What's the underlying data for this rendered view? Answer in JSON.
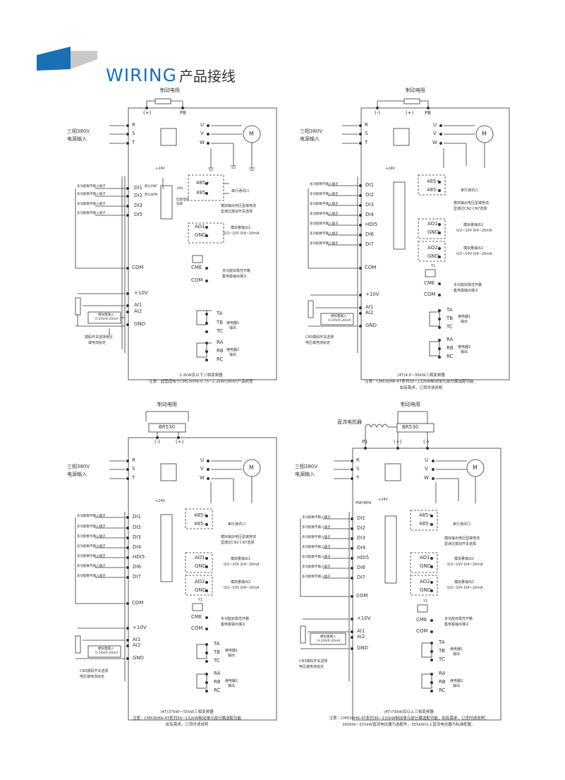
{
  "header": {
    "title_en": "WIRING",
    "title_cn": "产品接线",
    "accent_color": "#1a6fb5",
    "bar_colors": [
      "#1a6fb5",
      "#c8c8c8"
    ]
  },
  "panel1": {
    "brake_resistor": "制动电阻",
    "plus": "(+)",
    "pb": "PB",
    "power_input": [
      "三相380V",
      "电源输入"
    ],
    "terminals_in": [
      "R",
      "S",
      "T"
    ],
    "terminals_out": [
      "U",
      "V",
      "W"
    ],
    "motor": "M",
    "v24": "+24V",
    "di": [
      "DI1",
      "DI2",
      "DI3",
      "DI5"
    ],
    "di_func": "多功能数字输入端子",
    "npn": "默认PNP",
    "npn2": "默认NPN",
    "com": "COM",
    "ai": [
      "+10V",
      "AI1",
      "AI2",
      "GND"
    ],
    "ai_note": [
      "模拟量输入",
      "0-10V/0-20mA"
    ],
    "ai_switch": [
      "拨码开关选择电压",
      "或电流给定"
    ],
    "comm": [
      "485+",
      "485-"
    ],
    "comm_label": "串行通讯口",
    "comm_switch": [
      "485",
      "匹配电阻",
      "选择"
    ],
    "ao_switch": [
      "模拟输出电压型或电流",
      "型通过拨动开关选择"
    ],
    "ao": [
      "AO1",
      "GND"
    ],
    "ao_label": [
      "模拟量输出1",
      "0/2~10V 0/4~20mA"
    ],
    "cme": [
      "CME",
      "COM"
    ],
    "cme_label": [
      "多功能双极性开路",
      "集电极输出端子"
    ],
    "relay1": [
      "TA",
      "TB",
      "TC"
    ],
    "relay1_label": [
      "继电器1",
      "输出"
    ],
    "relay2": [
      "RA",
      "RB",
      "RC"
    ],
    "relay2_label": [
      "继电器2",
      "输出"
    ],
    "caption": [
      "2.2kW及以下三相变频器",
      "注意：此图适用于CM530HR-0.75~2.2kW(380V)产品机型"
    ]
  },
  "panel2": {
    "brake_resistor": "制动电阻",
    "minus": "(-)",
    "plus": "(+)",
    "pb": "PB",
    "power_input": [
      "三相380V",
      "电源输入"
    ],
    "terminals_in": [
      "R",
      "S",
      "T"
    ],
    "terminals_out": [
      "U",
      "V",
      "W"
    ],
    "motor": "M",
    "v24": "+24V",
    "di": [
      "DI1",
      "DI2",
      "DI3",
      "DI4",
      "HDI5",
      "DI6",
      "DI7"
    ],
    "di_func": "多功能数字输入端子",
    "com": "COM",
    "ai": [
      "+10V",
      "AI1",
      "AI2",
      "GND"
    ],
    "ai_note": [
      "模拟量输入",
      "0-10V/0-20mA"
    ],
    "ai_switch": [
      "CN3拨码开关选择",
      "电压或电流给定"
    ],
    "comm": [
      "485+",
      "485-"
    ],
    "comm_label": "串行通讯口",
    "ao_switch": [
      "模拟输出电压型或电流",
      "型通过CN2 CN7选择"
    ],
    "ao1": [
      "AO1",
      "GND"
    ],
    "ao1_label": [
      "模拟量输出1",
      "0/2~10V 0/4~20mA"
    ],
    "ao2": [
      "AO2",
      "GND"
    ],
    "ao2_label": [
      "模拟量输出2",
      "0/2~10V 0/4~20mA"
    ],
    "y1": "Y1",
    "cme": [
      "CME",
      "COM"
    ],
    "cme_label": [
      "多功能双极性开路",
      "集电极输出端子"
    ],
    "relay1": [
      "TA",
      "TB",
      "TC"
    ],
    "relay1_label": [
      "继电器1",
      "输出"
    ],
    "relay2": [
      "RA",
      "RB",
      "RC"
    ],
    "relay2_label": [
      "继电器2",
      "输出"
    ],
    "caption": [
      "(4T)4.0~30kW三相变频器",
      "注意：CM530HR-4T系列30~132kW制动单元部分属选配功能，",
      "如有需求，订货时请说明"
    ]
  },
  "panel3": {
    "brake_resistor": "制动电阻",
    "br": "BR530",
    "minus": "(-)",
    "plus": "(+)",
    "power_input": [
      "三相380V",
      "电源输入"
    ],
    "terminals_in": [
      "R",
      "S",
      "T"
    ],
    "terminals_out": [
      "U",
      "V",
      "W"
    ],
    "motor": "M",
    "v24": "+24V",
    "di": [
      "DI1",
      "DI2",
      "DI3",
      "DI4",
      "HDI5",
      "DI6",
      "DI7"
    ],
    "di_func": "多功能数字输入端子",
    "com": "COM",
    "ai": [
      "+10V",
      "AI1",
      "AI2",
      "GND"
    ],
    "ai_note": [
      "模拟量输入",
      "0-10V/0-20mA"
    ],
    "ai_switch": [
      "CN3拨码开关选择",
      "电压或电流给定"
    ],
    "comm": [
      "485+",
      "485-"
    ],
    "comm_label": "串行通讯口",
    "ao_switch": [
      "模拟输出电压型或电流",
      "型通过CN2 CN7选择"
    ],
    "ao1": [
      "AO1",
      "GND"
    ],
    "ao1_label": [
      "模拟量输出1",
      "0/2~10V 0/4~20mA"
    ],
    "ao2": [
      "AO2",
      "GND"
    ],
    "ao2_label": [
      "模拟量输出2",
      "0/2~10V 0/4~20mA"
    ],
    "y1": "Y1",
    "cme": [
      "CME",
      "COM"
    ],
    "cme_label": [
      "多功能双极性开路",
      "集电极输出端子"
    ],
    "relay1": [
      "TA",
      "TB",
      "TC"
    ],
    "relay1_label": [
      "继电器1",
      "输出"
    ],
    "relay2": [
      "RA",
      "RB",
      "RC"
    ],
    "relay2_label": [
      "继电器2",
      "输出"
    ],
    "caption": [
      "(4T)37kW～55kW三相变频器",
      "注意：CM530HR-4T系列30~132kW制动单元部分属选配功能",
      "如有需求，订货时请说明"
    ]
  },
  "panel4": {
    "brake_resistor": "制动电阻",
    "reactor": "直流电抗器",
    "br": "BR530",
    "p1": "P1",
    "minus": "(-)",
    "plus": "(+)",
    "power_input": [
      "三相380V",
      "电源输入"
    ],
    "terminals_in": [
      "R",
      "S",
      "T"
    ],
    "terminals_out": [
      "U",
      "V",
      "W"
    ],
    "motor": "M",
    "v24": "+24V",
    "pnp": "PNP/NPN",
    "di": [
      "DI1",
      "DI2",
      "DI3",
      "DI4",
      "HDI5",
      "DI6",
      "DI7"
    ],
    "di_func": "多功能数字输入端子",
    "com": "COM",
    "ai": [
      "+10V",
      "AI1",
      "AI2",
      "GND"
    ],
    "ai_note": [
      "模拟量输入",
      "0-10V/0-20mA"
    ],
    "ai_switch": [
      "CN3拨码开关选择",
      "电压或电流给定"
    ],
    "comm": [
      "485+",
      "485-"
    ],
    "comm_label": "串行通讯口",
    "ao_switch": [
      "模拟输出电压型或电流",
      "型通过拨动开关选择"
    ],
    "ao1": [
      "AO1",
      "GND"
    ],
    "ao1_label": [
      "模拟量输出1",
      "0/2~10V 0/4~20mA"
    ],
    "ao2": [
      "AO2",
      "GND"
    ],
    "ao2_label": [
      "模拟量输出2",
      "0/2~10V 0/4~20mA"
    ],
    "y1": "Y1",
    "cme": [
      "CME",
      "COM"
    ],
    "cme_label": [
      "多功能双极性开路",
      "集电极输出端子"
    ],
    "relay1": [
      "TA",
      "TB",
      "TC"
    ],
    "relay1_label": [
      "继电器1",
      "输出"
    ],
    "relay2": [
      "RA",
      "RB",
      "RC"
    ],
    "relay2_label": [
      "继电器2",
      "输出"
    ],
    "caption": [
      "(4T)75kW及以上三相变频器",
      "注意：CM530HR-4T系列30~132kW制动单元部分属选配功能，如有需求，订货时请说明；",
      "160kW~315kW直流电抗器为选配件，355kW以上直流电抗器为标准配置。"
    ]
  }
}
